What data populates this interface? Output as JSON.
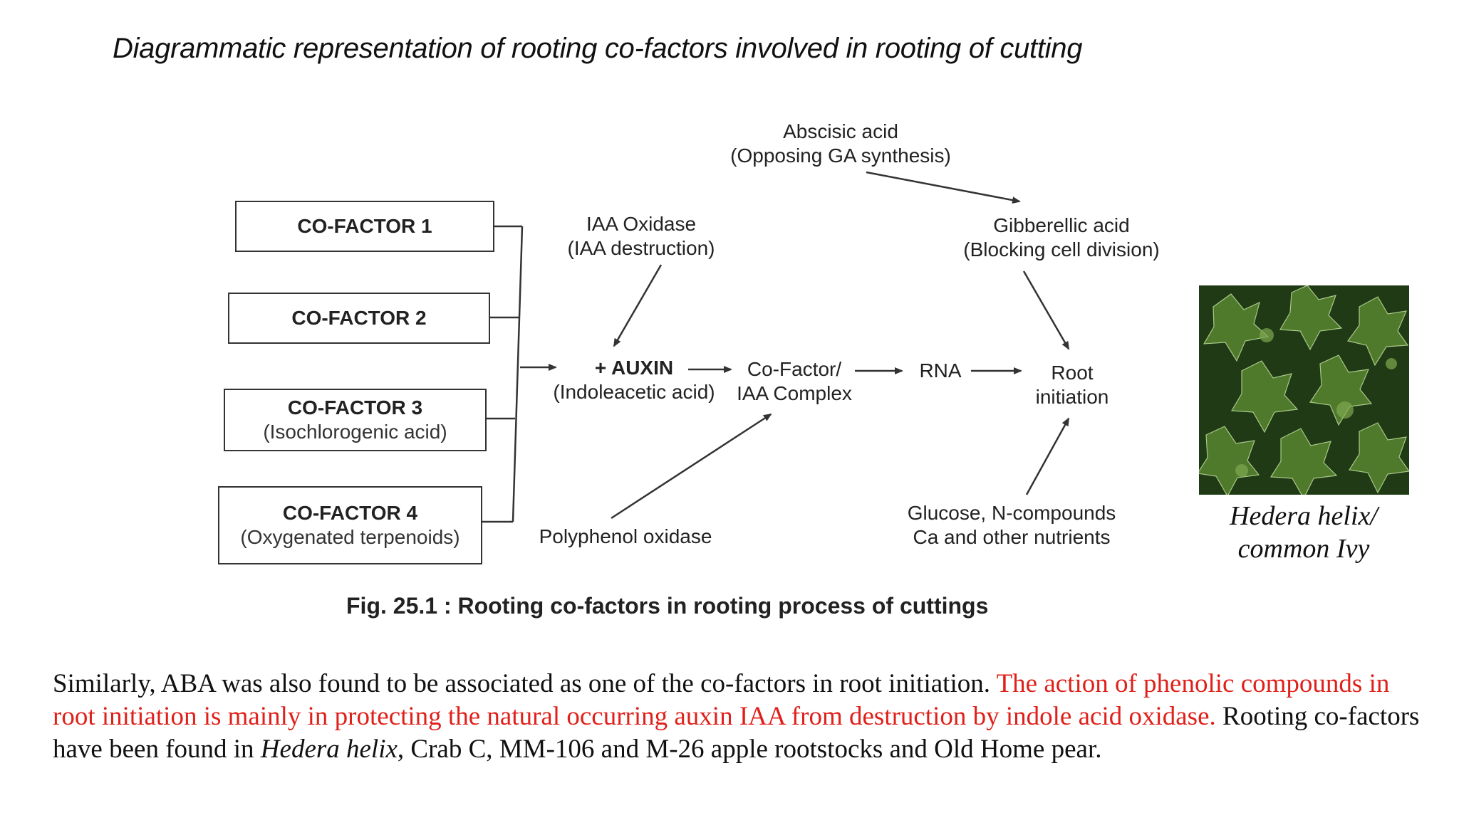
{
  "slide": {
    "title": "Diagrammatic representation of rooting co-factors involved in rooting of cutting"
  },
  "diagram": {
    "cofactors": [
      {
        "label": "CO-FACTOR 1",
        "note": ""
      },
      {
        "label": "CO-FACTOR 2",
        "note": ""
      },
      {
        "label": "CO-FACTOR 3",
        "note": "(Isochlorogenic acid)"
      },
      {
        "label": "CO-FACTOR 4",
        "note": "(Oxygenated terpenoids)"
      }
    ],
    "iaa_oxidase": {
      "line1": "IAA Oxidase",
      "line2": "(IAA destruction)"
    },
    "auxin": {
      "line1": "+ AUXIN",
      "line2": "(Indoleacetic acid)"
    },
    "complex": {
      "line1": "Co-Factor/",
      "line2": "IAA Complex"
    },
    "rna": "RNA",
    "root": {
      "line1": "Root",
      "line2": "initiation"
    },
    "abscisic": {
      "line1": "Abscisic acid",
      "line2": "(Opposing GA synthesis)"
    },
    "gibberellic": {
      "line1": "Gibberellic acid",
      "line2": "(Blocking cell division)"
    },
    "polyphenol": "Polyphenol oxidase",
    "nutrients": {
      "line1": "Glucose, N-compounds",
      "line2": "Ca and other nutrients"
    },
    "caption": "Fig. 25.1 : Rooting co-factors in rooting process of cuttings"
  },
  "ivy": {
    "caption_line1": "Hedera helix/",
    "caption_line2": "common Ivy"
  },
  "body": {
    "text_before": "Similarly, ABA was also found to be associated as one of the co-factors in root initiation. ",
    "text_red": "The action of phenolic compounds in root initiation is mainly in protecting the natural occurring auxin IAA from destruction by indole acid oxidase.",
    "text_after_1": " Rooting co-factors have been found in ",
    "text_italic": "Hedera helix",
    "text_after_2": ", Crab C, MM-106 and M-26 apple rootstocks and Old Home pear."
  },
  "colors": {
    "highlight_red": "#e0201a",
    "ivy_dark": "#1f3a14",
    "ivy_leaf": "#4f7a2c"
  }
}
